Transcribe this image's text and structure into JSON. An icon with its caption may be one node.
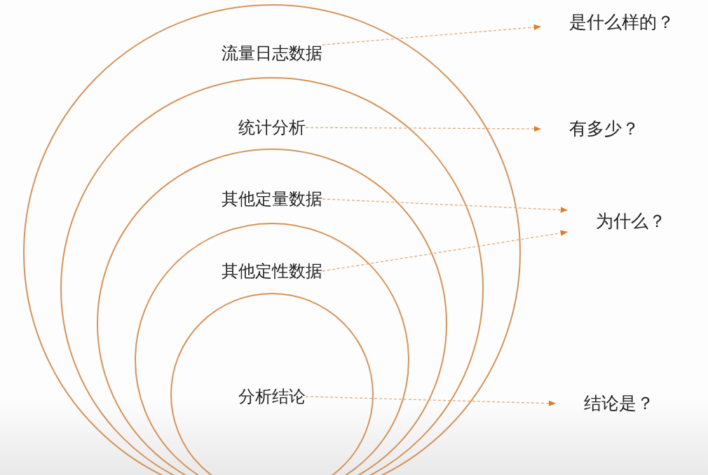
{
  "diagram": {
    "nodes": [
      {
        "text": [],
        "shape": "circle"
      },
      {
        "text": [
          "流量日志数据"
        ],
        "in": 0
      },
      {
        "text": [],
        "shape": "circle",
        "in": 0
      },
      {
        "text": [
          "统计分析"
        ],
        "in": 2
      },
      {
        "text": [],
        "shape": "circle",
        "in": 2
      },
      {
        "text": [
          "其他定量数据"
        ],
        "in": 4
      },
      {
        "text": [],
        "shape": "circle",
        "in": 4
      },
      {
        "text": [
          "其他定性数据"
        ],
        "in": 6
      },
      {
        "text": [],
        "shape": "circle",
        "in": 6
      },
      {
        "text": [
          "分析结论"
        ],
        "in": 8
      },
      {
        "text": [
          "是什么样的？"
        ]
      },
      {
        "text": [
          "有多少？"
        ]
      },
      {
        "text": [
          "为什么？"
        ]
      },
      {
        "text": [
          "结论是？"
        ]
      }
    ],
    "edges": [
      {
        "from": 1,
        "to": 10,
        "arrow": "to",
        "style": "dashed"
      },
      {
        "from": 3,
        "to": 11,
        "arrow": "to",
        "style": "dashed"
      },
      {
        "from": 5,
        "to": 12,
        "arrow": "to",
        "style": "dashed"
      },
      {
        "from": 7,
        "to": 12,
        "arrow": "to",
        "style": "dashed"
      },
      {
        "from": 9,
        "to": 13,
        "arrow": "to",
        "style": "dashed"
      }
    ]
  }
}
